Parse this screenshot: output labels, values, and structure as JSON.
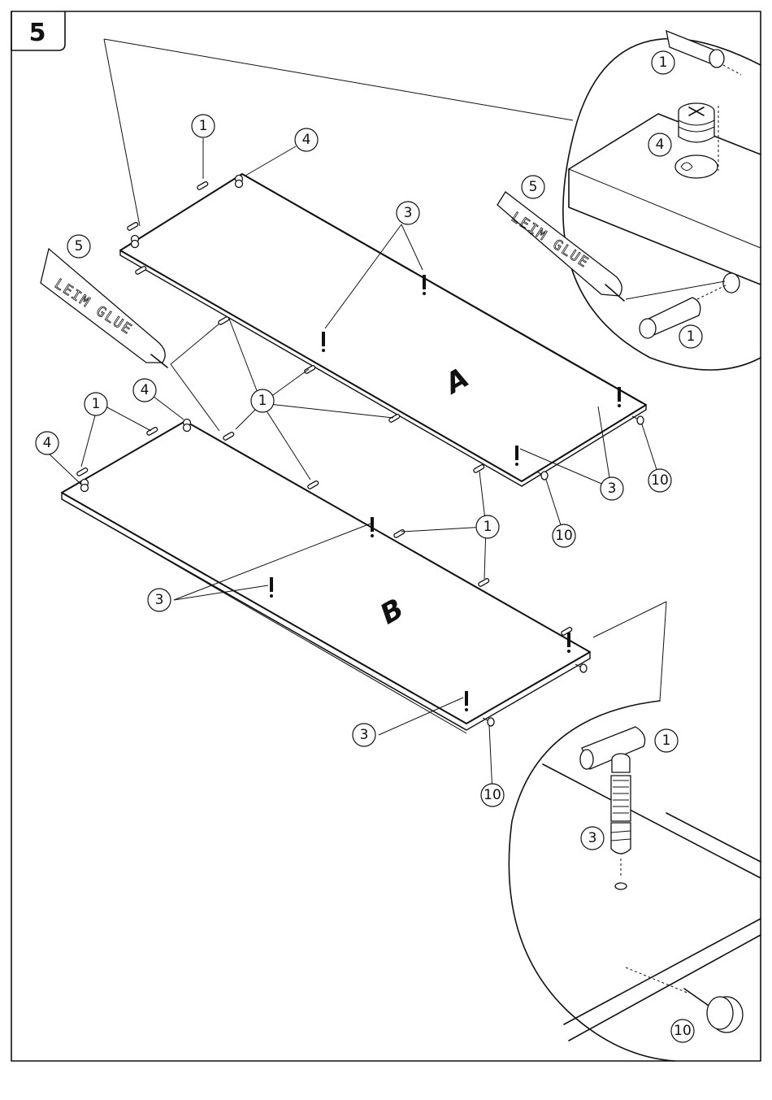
{
  "step": {
    "number": "5"
  },
  "panels": {
    "a": "A",
    "b": "B"
  },
  "glue": {
    "label": "LEIM GLUE"
  },
  "callouts": {
    "dowel": "1",
    "screw": "3",
    "cam": "4",
    "glue": "5",
    "foot": "10"
  },
  "colors": {
    "line": "#111111",
    "background": "#ffffff"
  }
}
